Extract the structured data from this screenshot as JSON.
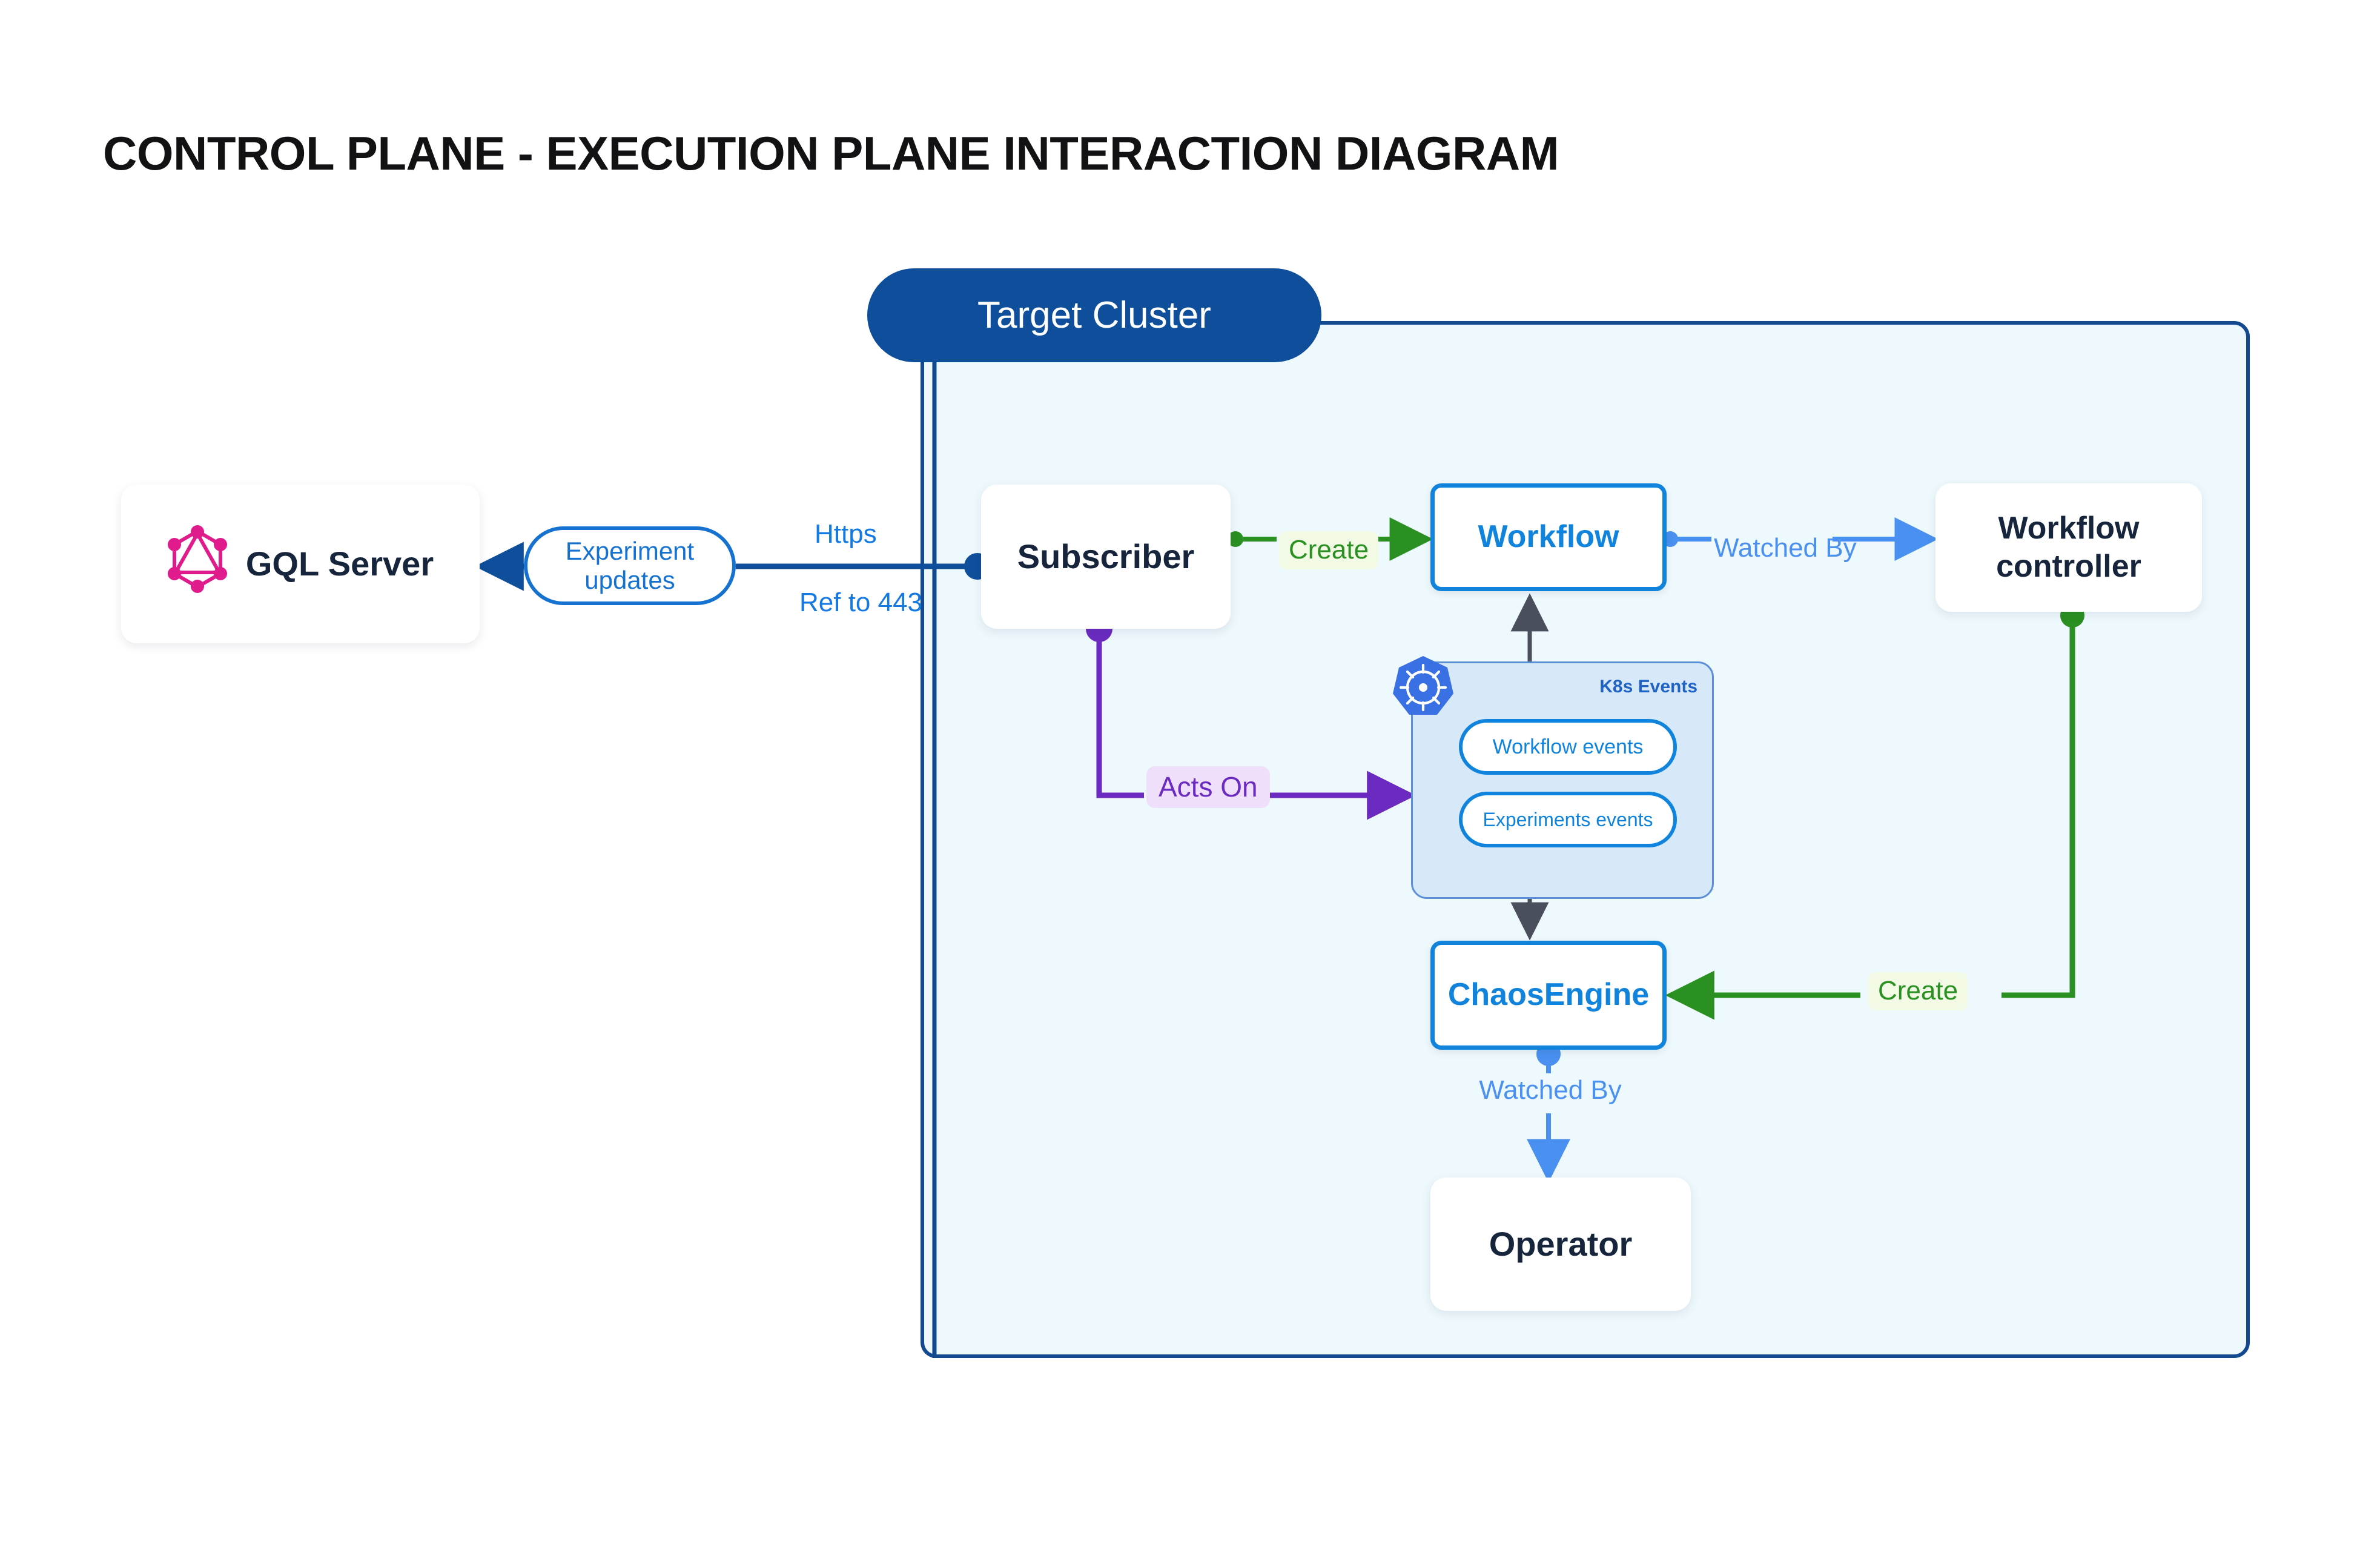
{
  "title": "CONTROL PLANE - EXECUTION PLANE INTERACTION DIAGRAM",
  "cluster": {
    "pill_label": "Target Cluster",
    "border_color": "#12498f",
    "background": "#eef9fd",
    "pill_background": "#0e4e9b"
  },
  "nodes": {
    "gql_server": {
      "label": "GQL Server",
      "icon": "graphql-icon",
      "icon_color": "#e01b8c"
    },
    "subscriber": {
      "label": "Subscriber"
    },
    "workflow": {
      "label": "Workflow",
      "accent": "#1084dd"
    },
    "workflow_controller": {
      "label": "Workflow\ncontroller"
    },
    "chaosengine": {
      "label": "ChaosEngine",
      "accent": "#1084dd"
    },
    "operator": {
      "label": "Operator"
    }
  },
  "k8s_panel": {
    "title": "K8s Events",
    "badge_icon": "kubernetes-icon",
    "badge_color": "#3970e4",
    "background": "#d7e8f8",
    "pills": [
      {
        "label": "Workflow events"
      },
      {
        "label": "Experiments events"
      }
    ]
  },
  "edges": {
    "experiment_updates": {
      "label": "Experiment\nupdates",
      "color": "#1672d0"
    },
    "https": {
      "label": "Https",
      "color": "#1479e0"
    },
    "ref_to_443": {
      "label": "Ref to 443",
      "color": "#1479e0"
    },
    "create_workflow": {
      "label": "Create",
      "color": "#2a9021",
      "chip_background": "#f2f9e4"
    },
    "watched_by_controller": {
      "label": "Watched By",
      "color": "#4a90f0"
    },
    "acts_on": {
      "label": "Acts On",
      "color": "#6b2bc0",
      "chip_background": "#f0dffb"
    },
    "create_chaosengine": {
      "label": "Create",
      "color": "#2a9021",
      "chip_background": "#f2f9e4"
    },
    "watched_by_operator": {
      "label": "Watched By",
      "color": "#4a90f0"
    }
  }
}
